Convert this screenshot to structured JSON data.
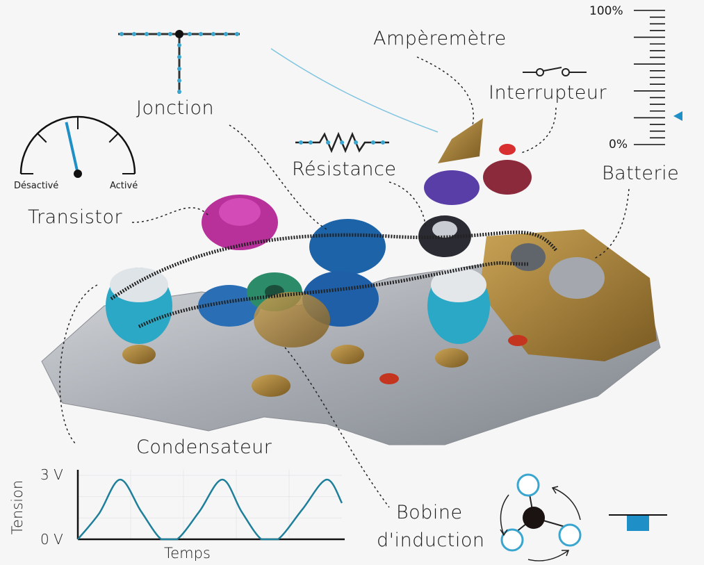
{
  "labels": {
    "junction": "Jonction",
    "ammeter": "Ampèremètre",
    "switch": "Interrupteur",
    "resistor": "Résistance",
    "battery": "Batterie",
    "transistor": "Transistor",
    "capacitor": "Condensateur",
    "inductor_line1": "Bobine",
    "inductor_line2": "d'induction"
  },
  "transistor_gauge": {
    "min_label": "Désactivé",
    "max_label": "Activé",
    "value_fraction": 0.43
  },
  "battery_scale": {
    "max_label": "100%",
    "min_label": "0%",
    "level_percent": 21
  },
  "colors": {
    "accent": "#1f8fc8",
    "ink": "#1a1a1a",
    "curve": "#1e7f9a"
  },
  "chart_data": {
    "type": "line",
    "title": "",
    "xlabel": "Temps",
    "ylabel": "Tension",
    "ytick_labels": [
      "0 V",
      "3 V"
    ],
    "ylim": [
      0,
      3
    ],
    "xlim": [
      0,
      10
    ],
    "grid": true,
    "series": [
      {
        "name": "Tension",
        "x": [
          0,
          0.8,
          1.6,
          2.4,
          3.16,
          3.76,
          4.6,
          5.47,
          6.2,
          6.95,
          7.58,
          8.5,
          9.42,
          10
        ],
        "y": [
          0,
          1.2,
          2.8,
          1.3,
          0,
          0,
          1.3,
          2.8,
          1.3,
          0,
          0,
          1.4,
          2.8,
          1.7
        ]
      }
    ]
  }
}
